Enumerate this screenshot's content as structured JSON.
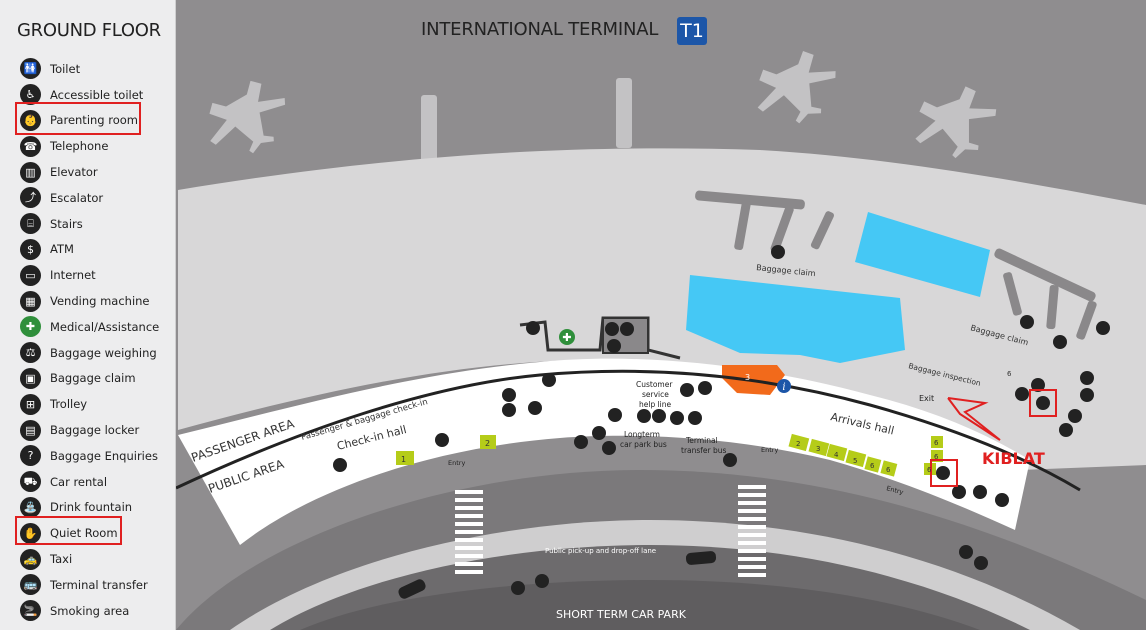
{
  "terminal": {
    "title": "INTERNATIONAL TERMINAL",
    "badge": "T1"
  },
  "legend": {
    "title": "GROUND FLOOR",
    "items": [
      {
        "label": "Toilet",
        "icon": "toilet-icon",
        "glyph": "🚻"
      },
      {
        "label": "Accessible toilet",
        "icon": "accessible-toilet-icon",
        "glyph": "♿"
      },
      {
        "label": "Parenting room",
        "icon": "parenting-room-icon",
        "glyph": "👶",
        "highlighted": true
      },
      {
        "label": "Telephone",
        "icon": "telephone-icon",
        "glyph": "☎"
      },
      {
        "label": "Elevator",
        "icon": "elevator-icon",
        "glyph": "▥"
      },
      {
        "label": "Escalator",
        "icon": "escalator-icon",
        "glyph": "⤴"
      },
      {
        "label": "Stairs",
        "icon": "stairs-icon",
        "glyph": "⌸"
      },
      {
        "label": "ATM",
        "icon": "atm-icon",
        "glyph": "$"
      },
      {
        "label": "Internet",
        "icon": "internet-icon",
        "glyph": "▭"
      },
      {
        "label": "Vending machine",
        "icon": "vending-machine-icon",
        "glyph": "▦"
      },
      {
        "label": "Medical/Assistance",
        "icon": "medical-assistance-icon",
        "glyph": "✚",
        "color": "green"
      },
      {
        "label": "Baggage weighing",
        "icon": "baggage-weighing-icon",
        "glyph": "⚖"
      },
      {
        "label": "Baggage claim",
        "icon": "baggage-claim-icon",
        "glyph": "▣"
      },
      {
        "label": "Trolley",
        "icon": "trolley-icon",
        "glyph": "⊞"
      },
      {
        "label": "Baggage locker",
        "icon": "baggage-locker-icon",
        "glyph": "▤"
      },
      {
        "label": "Baggage Enquiries",
        "icon": "baggage-enquiries-icon",
        "glyph": "?"
      },
      {
        "label": "Car rental",
        "icon": "car-rental-icon",
        "glyph": "⛟"
      },
      {
        "label": "Drink fountain",
        "icon": "drink-fountain-icon",
        "glyph": "⛲"
      },
      {
        "label": "Quiet Room",
        "icon": "quiet-room-icon",
        "glyph": "✋",
        "highlighted": true
      },
      {
        "label": "Taxi",
        "icon": "taxi-icon",
        "glyph": "🚕"
      },
      {
        "label": "Terminal transfer",
        "icon": "terminal-transfer-icon",
        "glyph": "🚌"
      },
      {
        "label": "Smoking area",
        "icon": "smoking-area-icon",
        "glyph": "🚬"
      }
    ]
  },
  "areas": {
    "passenger_area": "PASSENGER AREA",
    "public_area": "PUBLIC AREA",
    "checkin_caption": "Passenger & baggage check-in",
    "checkin_hall": "Check-in hall",
    "arrivals_hall": "Arrivals hall",
    "baggage_claim_1": "Baggage claim",
    "baggage_claim_2": "Baggage claim",
    "baggage_inspection": "Baggage inspection",
    "customer_help_line_1": "Customer",
    "customer_help_line_2": "service",
    "customer_help_line_3": "help line",
    "longterm_bus_1": "Longterm",
    "longterm_bus_2": "car park bus",
    "terminal_transfer_1": "Terminal",
    "terminal_transfer_2": "transfer bus",
    "exit": "Exit",
    "entry_1": "Entry",
    "entry_2": "Entry",
    "entry_3": "Entry",
    "pickup_lane": "Public pick-up and drop-off lane",
    "car_park": "SHORT TERM CAR PARK",
    "kiblat": "KIBLAT"
  },
  "checkin_counters": [
    "1",
    "2"
  ],
  "arrival_gates": [
    "2",
    "3",
    "4",
    "5",
    "6",
    "6",
    "6",
    "6",
    "6",
    "6",
    "6"
  ],
  "baggage_area_number": "3",
  "colors": {
    "background": "#8f8d8f",
    "terminal_floor": "#d8d7d8",
    "concourse": "#ffffff",
    "water_blue": "#45c8f5",
    "counter_green": "#b5cc19",
    "orange": "#f26a1b",
    "highlight_red": "#e02020",
    "badge_blue": "#1c56a8"
  }
}
